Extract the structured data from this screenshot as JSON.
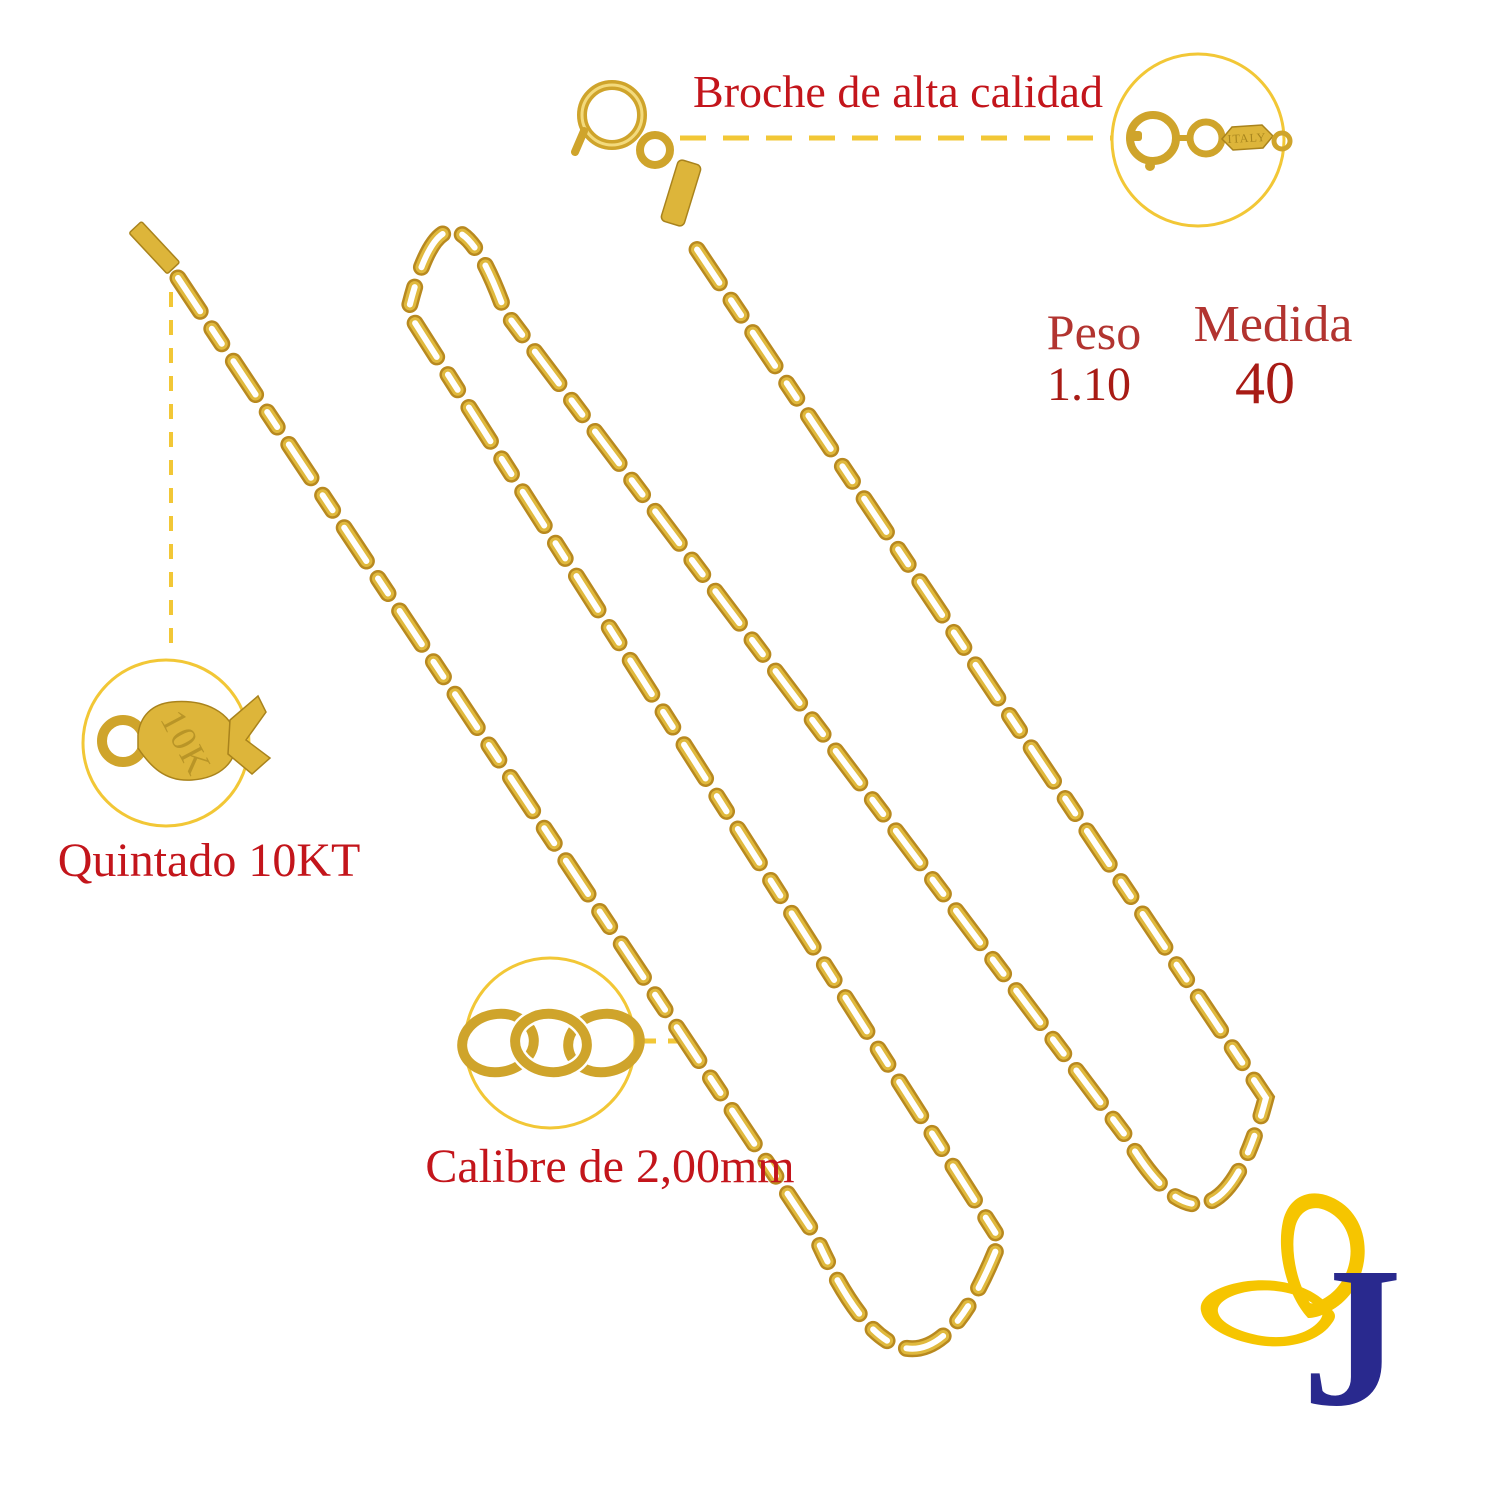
{
  "annotations": {
    "clasp_callout": "Broche de alta calidad",
    "stamp_callout": "Quintado 10KT",
    "gauge_callout": "Calibre de 2,00mm",
    "stamp_engraving": "10K",
    "clasp_tag_engraving": "ITALY"
  },
  "specs": {
    "weight_label": "Peso",
    "weight_value": "1.10",
    "length_label": "Medida",
    "length_value": "40"
  },
  "logo": {
    "letter": "J"
  },
  "colors": {
    "label_red": "#c3151b",
    "spec_red": "#b23430",
    "value_red": "#a81b15",
    "chain_gold": "#cfa42b",
    "callout_yellow": "#f2c736",
    "logo_yellow": "#f6c500",
    "logo_blue": "#29298e",
    "background": "#ffffff"
  }
}
